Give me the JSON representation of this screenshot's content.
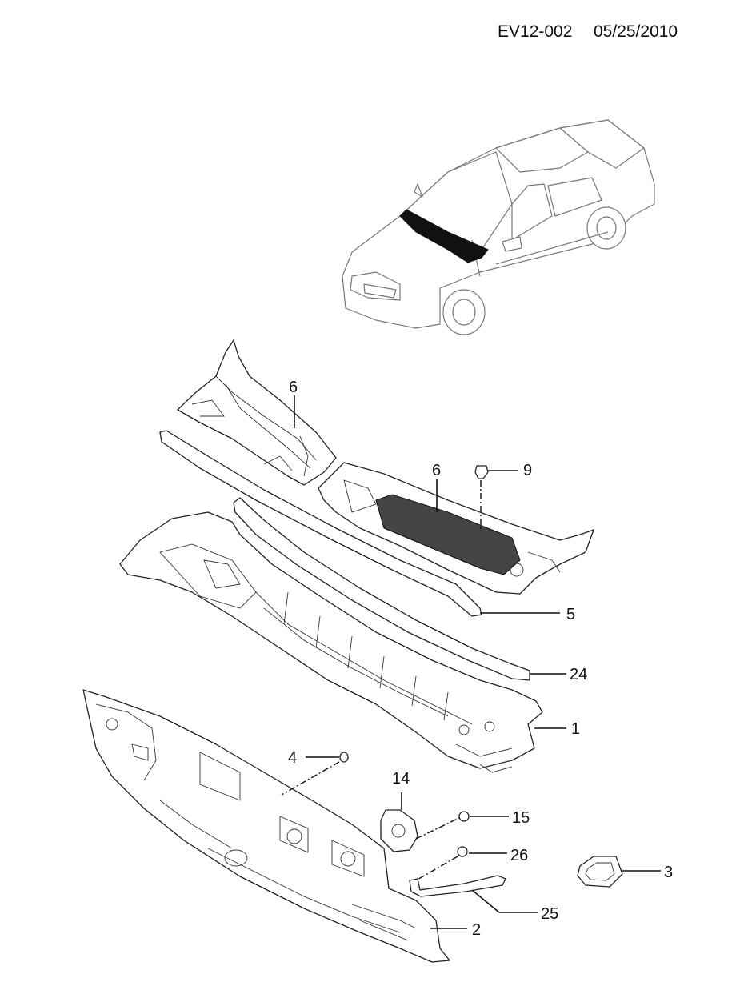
{
  "header": {
    "ref_code": "EV12-002",
    "date": "05/25/2010"
  },
  "diagram": {
    "callouts": [
      {
        "id": "c6a",
        "label": "6"
      },
      {
        "id": "c6b",
        "label": "6"
      },
      {
        "id": "c9",
        "label": "9"
      },
      {
        "id": "c5",
        "label": "5"
      },
      {
        "id": "c24",
        "label": "24"
      },
      {
        "id": "c1",
        "label": "1"
      },
      {
        "id": "c4",
        "label": "4"
      },
      {
        "id": "c14",
        "label": "14"
      },
      {
        "id": "c15",
        "label": "15"
      },
      {
        "id": "c26",
        "label": "26"
      },
      {
        "id": "c3",
        "label": "3"
      },
      {
        "id": "c25",
        "label": "25"
      },
      {
        "id": "c2",
        "label": "2"
      }
    ]
  }
}
